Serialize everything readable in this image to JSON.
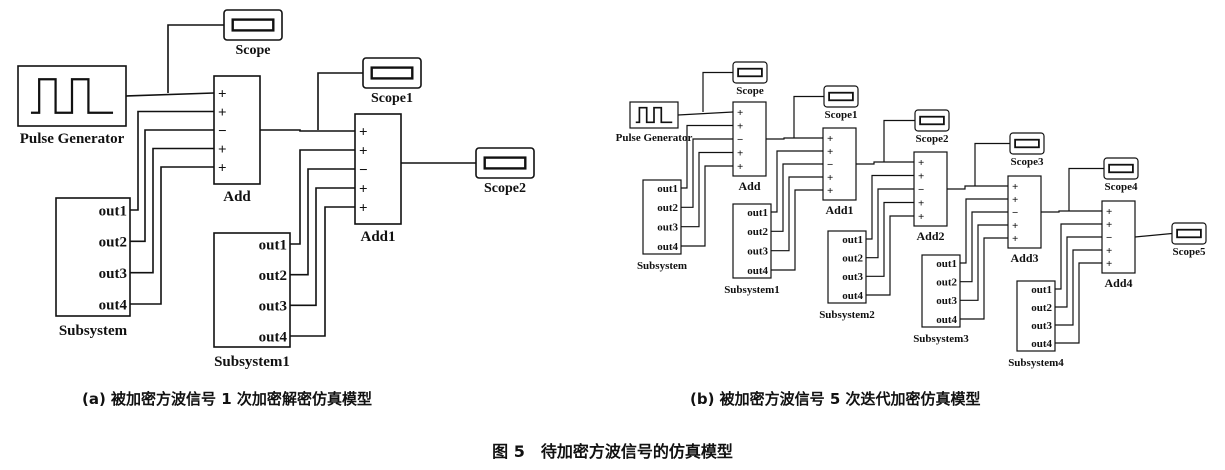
{
  "panel_a": {
    "caption": "(a) 被加密方波信号 1 次加密解密仿真模型",
    "pulse": "Pulse Generator",
    "adds": [
      "Add",
      "Add1"
    ],
    "scopes": [
      "Scope",
      "Scope1",
      "Scope2"
    ],
    "subsystems": [
      "Subsystem",
      "Subsystem1"
    ]
  },
  "panel_b": {
    "caption": "(b) 被加密方波信号 5 次迭代加密仿真模型",
    "pulse": "Pulse Generator",
    "adds": [
      "Add",
      "Add1",
      "Add2",
      "Add3",
      "Add4"
    ],
    "scopes": [
      "Scope",
      "Scope1",
      "Scope2",
      "Scope3",
      "Scope4",
      "Scope5"
    ],
    "subsystems": [
      "Subsystem",
      "Subsystem1",
      "Subsystem2",
      "Subsystem3",
      "Subsystem4"
    ]
  },
  "add_signs": [
    "+",
    "+",
    "−",
    "+",
    "+"
  ],
  "ports": [
    "out1",
    "out2",
    "out3",
    "out4"
  ],
  "figure_caption": "图 5　待加密方波信号的仿真模型"
}
